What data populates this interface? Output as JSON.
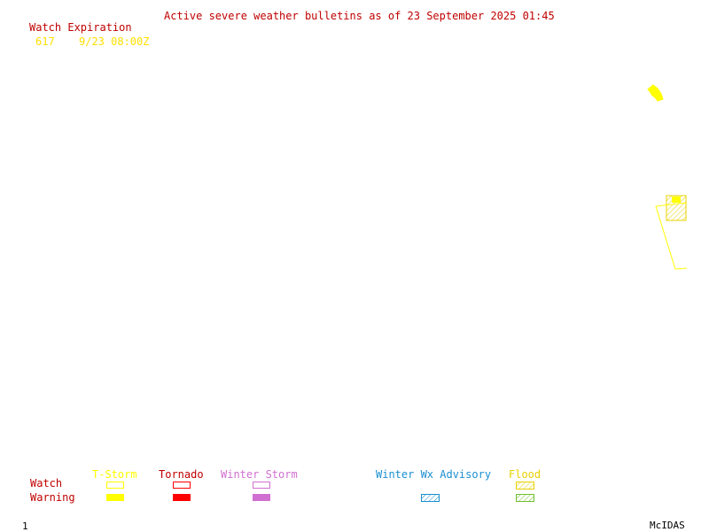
{
  "header": {
    "title": "Active severe weather bulletins as of 23 September 2025 01:45",
    "title_color": "#c00000"
  },
  "watch_expiration": {
    "heading": "Watch Expiration",
    "heading_color": "#c00000",
    "entries": [
      {
        "id": "617",
        "expires": "9/23 08:00Z",
        "color": "#ffe000"
      }
    ]
  },
  "legend": {
    "row_labels": {
      "watch": "Watch",
      "warning": "Warning"
    },
    "row_label_color": "#c00000",
    "categories": [
      {
        "key": "tstorm",
        "label": "T-Storm",
        "color": "#ffff00",
        "watch_style": "outline",
        "warning_style": "filled"
      },
      {
        "key": "tornado",
        "label": "Tornado",
        "color": "#ff0000",
        "watch_style": "outline",
        "warning_style": "filled"
      },
      {
        "key": "winter",
        "label": "Winter Storm",
        "color": "#d070d0",
        "watch_style": "outline",
        "warning_style": "filled"
      },
      {
        "key": "wxadv",
        "label": "Winter Wx Advisory",
        "color": "#1a8fd0",
        "watch_style": "none",
        "warning_style": "hatched"
      },
      {
        "key": "flood",
        "label": "Flood",
        "color": "#e8d000",
        "watch_style": "hatched",
        "warning_style": "hatched-green"
      }
    ],
    "flood_warning_color": "#70c030"
  },
  "footer": {
    "frame_number": "1",
    "software": "McIDAS"
  },
  "map_features": [
    {
      "icon": "warning-polygon-icon",
      "color": "#ffff00",
      "style": "filled"
    },
    {
      "icon": "watch-polygon-icon",
      "color": "#ffff00",
      "style": "outline"
    },
    {
      "icon": "flood-area-icon",
      "color": "#e8d000",
      "style": "hatched"
    }
  ]
}
